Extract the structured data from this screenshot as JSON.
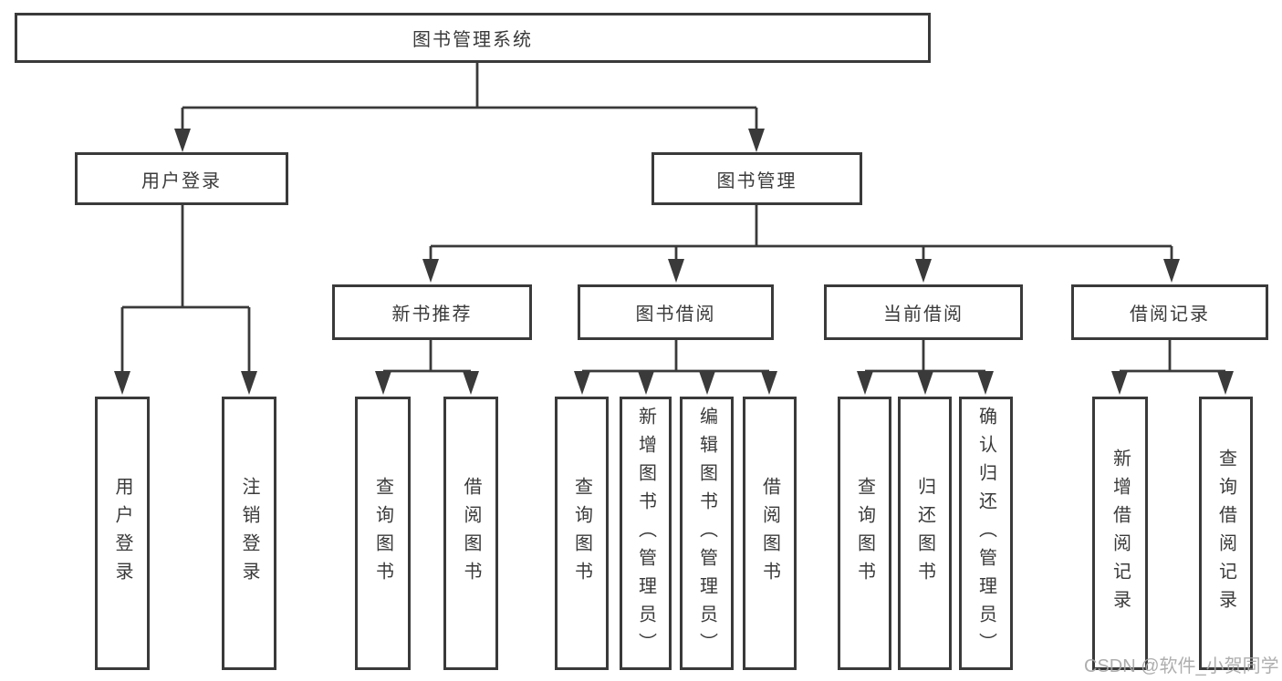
{
  "tree": {
    "label": "图书管理系统",
    "children": [
      {
        "label": "用户登录",
        "children": [
          {
            "label": "用户登录"
          },
          {
            "label": "注销登录"
          }
        ]
      },
      {
        "label": "图书管理",
        "children": [
          {
            "label": "新书推荐",
            "children": [
              {
                "label": "查询图书"
              },
              {
                "label": "借阅图书"
              }
            ]
          },
          {
            "label": "图书借阅",
            "children": [
              {
                "label": "查询图书"
              },
              {
                "label": "新增图书（管理员）"
              },
              {
                "label": "编辑图书（管理员）"
              },
              {
                "label": "借阅图书"
              }
            ]
          },
          {
            "label": "当前借阅",
            "children": [
              {
                "label": "查询图书"
              },
              {
                "label": "归还图书"
              },
              {
                "label": "确认归还（管理员）"
              }
            ]
          },
          {
            "label": "借阅记录",
            "children": [
              {
                "label": "新增借阅记录"
              },
              {
                "label": "查询借阅记录"
              }
            ]
          }
        ]
      }
    ]
  },
  "watermark": {
    "text": "CSDN @软件_小贺同学"
  },
  "colors": {
    "line": "#3a3a3a",
    "text": "#3a3a3a",
    "background": "#ffffff",
    "watermark": "#a6a6a6"
  }
}
